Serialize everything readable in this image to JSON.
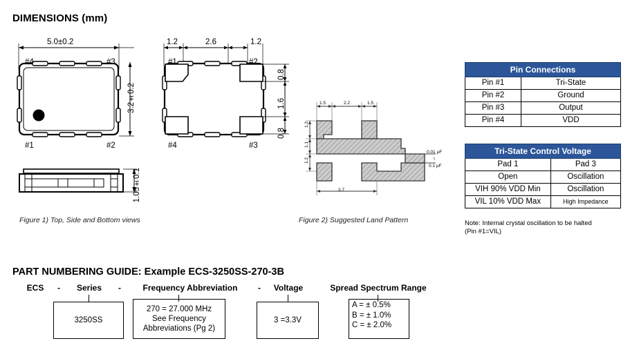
{
  "page": {
    "dimensions_title": "DIMENSIONS (mm)",
    "figure1_caption": "Figure 1) Top, Side and Bottom  views",
    "figure2_caption": "Figure 2) Suggested Land Pattern"
  },
  "top_view": {
    "width_dim": "5.0±0.2",
    "height_dim": "3.2±0.2",
    "pin_tl": "#4",
    "pin_tr": "#3",
    "pin_bl": "#1",
    "pin_br": "#2"
  },
  "bottom_view": {
    "dim_left": "1.2",
    "dim_mid": "2.6",
    "dim_right": "1.2",
    "dim_v_top": "0.8",
    "dim_v_mid": "1.6",
    "dim_v_bot": "0.8",
    "pin_tl": "#1",
    "pin_tr": "#2",
    "pin_bl": "#4",
    "pin_br": "#3"
  },
  "side_view": {
    "thickness_dim": "1.05±0.1"
  },
  "land_pattern": {
    "dim_top_left": "1.5",
    "dim_top_mid": "2.2",
    "dim_top_right": "1.5",
    "dim_left_top": "1.2",
    "dim_left_mid": "1.1",
    "dim_left_bot": "1.2",
    "dim_bottom": "3.7",
    "cap_top": "0.01 μF",
    "cap_sep": "\\",
    "cap_bottom": "0.1 μF"
  },
  "pin_connections": {
    "header": "Pin Connections",
    "rows": [
      {
        "pin": "Pin #1",
        "function": "Tri-State"
      },
      {
        "pin": "Pin #2",
        "function": "Ground"
      },
      {
        "pin": "Pin #3",
        "function": "Output"
      },
      {
        "pin": "Pin #4",
        "function": "VDD"
      }
    ]
  },
  "tristate_table": {
    "header": "Tri-State Control Voltage",
    "col1": "Pad 1",
    "col2": "Pad 3",
    "rows": [
      {
        "pad1": "Open",
        "pad3": "Oscillation"
      },
      {
        "pad1": "VIH 90% VDD Min",
        "pad3": "Oscillation"
      },
      {
        "pad1": "VIL 10% VDD Max",
        "pad3": "High Impedance"
      }
    ],
    "note_line1": "Note:  Internal crystal oscillation to be halted",
    "note_line2": "(Pin #1=VIL)"
  },
  "part_numbering": {
    "title": "PART NUMBERING GUIDE:  Example ECS-3250SS-270-3B",
    "seg_ecs": "ECS",
    "dash1": "-",
    "seg_series": "Series",
    "dash2": "-",
    "seg_freq": "Frequency Abbreviation",
    "dash3": "-",
    "seg_voltage": "Voltage",
    "seg_spread": "Spread Spectrum Range",
    "box_series": "3250SS",
    "box_freq_l1": "270 = 27.000 MHz",
    "box_freq_l2": "See Frequency",
    "box_freq_l3": "Abbreviations (Pg 2)",
    "box_voltage": "3 =3.3V",
    "box_spread_l1": "A = ± 0.5%",
    "box_spread_l2": "B = ± 1.0%",
    "box_spread_l3": "C = ± 2.0%"
  },
  "colors": {
    "header_blue": "#2c5699",
    "hatch_gray": "#c9c9c9"
  }
}
